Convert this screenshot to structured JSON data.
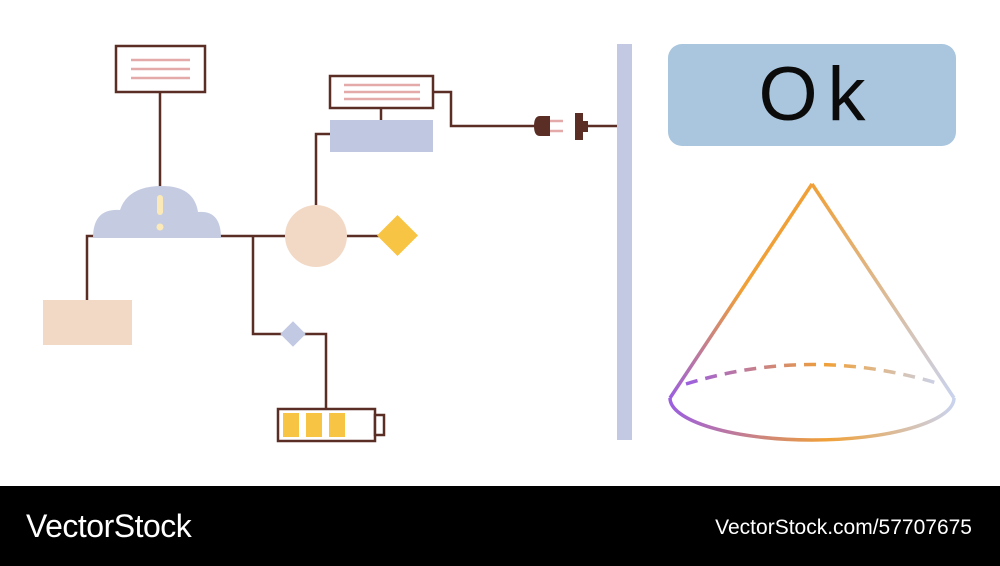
{
  "ok_label": "Ok",
  "footer": {
    "brand": "VectorStock",
    "stock_id": "VectorStock.com/57707675"
  },
  "battery": {
    "charge_cells": 3,
    "total_cells": 3
  },
  "colors": {
    "line": "#5a2e24",
    "note_stripe": "#e4a9a9",
    "cloud": "#c5cce2",
    "alert_mark": "#fbe9b8",
    "blue_panel": "#bfc7e1",
    "peach": "#f2d9c6",
    "yellow": "#f8c444",
    "small_diamond": "#c2c9e3",
    "divider": "#c3c9e3",
    "ok_box": "#a9c6de",
    "cone_gradient": [
      "#9b5fe0",
      "#f0a037",
      "#c9d3ee"
    ]
  },
  "icons": [
    "cloud-alert-icon",
    "plug-icon",
    "socket-icon",
    "battery-icon",
    "cone-icon"
  ]
}
